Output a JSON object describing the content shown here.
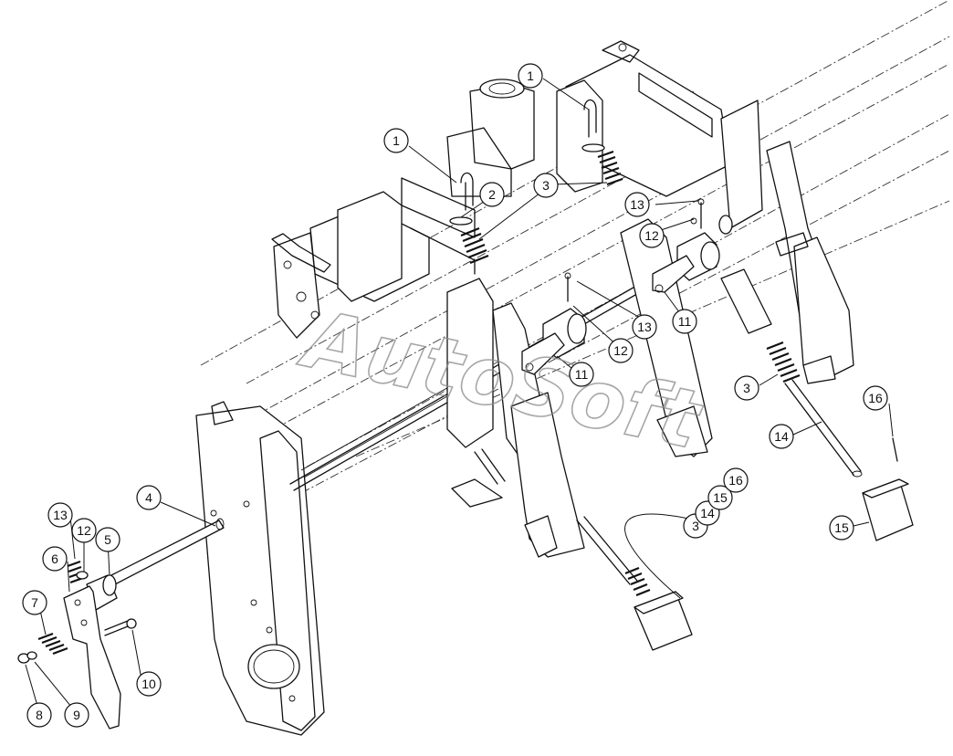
{
  "watermark": "AutoSoft",
  "callouts": [
    {
      "id": "c1",
      "label": "1"
    },
    {
      "id": "c2",
      "label": "1"
    },
    {
      "id": "c3",
      "label": "2"
    },
    {
      "id": "c4",
      "label": "3"
    },
    {
      "id": "c5",
      "label": "13"
    },
    {
      "id": "c6",
      "label": "12"
    },
    {
      "id": "c7",
      "label": "13"
    },
    {
      "id": "c8",
      "label": "12"
    },
    {
      "id": "c9",
      "label": "11"
    },
    {
      "id": "c10",
      "label": "11"
    },
    {
      "id": "c11",
      "label": "3"
    },
    {
      "id": "c12",
      "label": "14"
    },
    {
      "id": "c13",
      "label": "16"
    },
    {
      "id": "c14",
      "label": "15"
    },
    {
      "id": "c15",
      "label": "3"
    },
    {
      "id": "c16",
      "label": "14"
    },
    {
      "id": "c17",
      "label": "15"
    },
    {
      "id": "c18",
      "label": "16"
    },
    {
      "id": "c19",
      "label": "4"
    },
    {
      "id": "c20",
      "label": "13"
    },
    {
      "id": "c21",
      "label": "12"
    },
    {
      "id": "c22",
      "label": "5"
    },
    {
      "id": "c23",
      "label": "6"
    },
    {
      "id": "c24",
      "label": "7"
    },
    {
      "id": "c25",
      "label": "10"
    },
    {
      "id": "c26",
      "label": "8"
    },
    {
      "id": "c27",
      "label": "9"
    }
  ]
}
